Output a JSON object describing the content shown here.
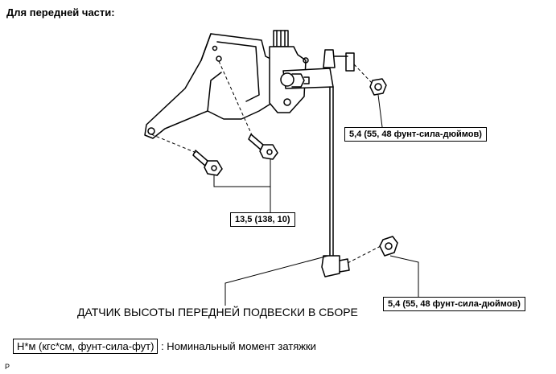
{
  "title": "Для передней части:",
  "torque_labels": {
    "upper_nut": "5,4 (55, 48 фунт-сила-дюймов)",
    "bracket_bolts": "13,5 (138, 10)",
    "lower_nut": "5,4 (55, 48 фунт-сила-дюймов)"
  },
  "assembly_caption": "ДАТЧИК ВЫСОТЫ ПЕРЕДНЕЙ ПОДВЕСКИ В СБОРЕ",
  "legend": {
    "unit_box": "Н*м (кгс*см, фунт-сила-фут)",
    "description": ": Номинальный момент затяжки"
  },
  "corner_code": "P"
}
